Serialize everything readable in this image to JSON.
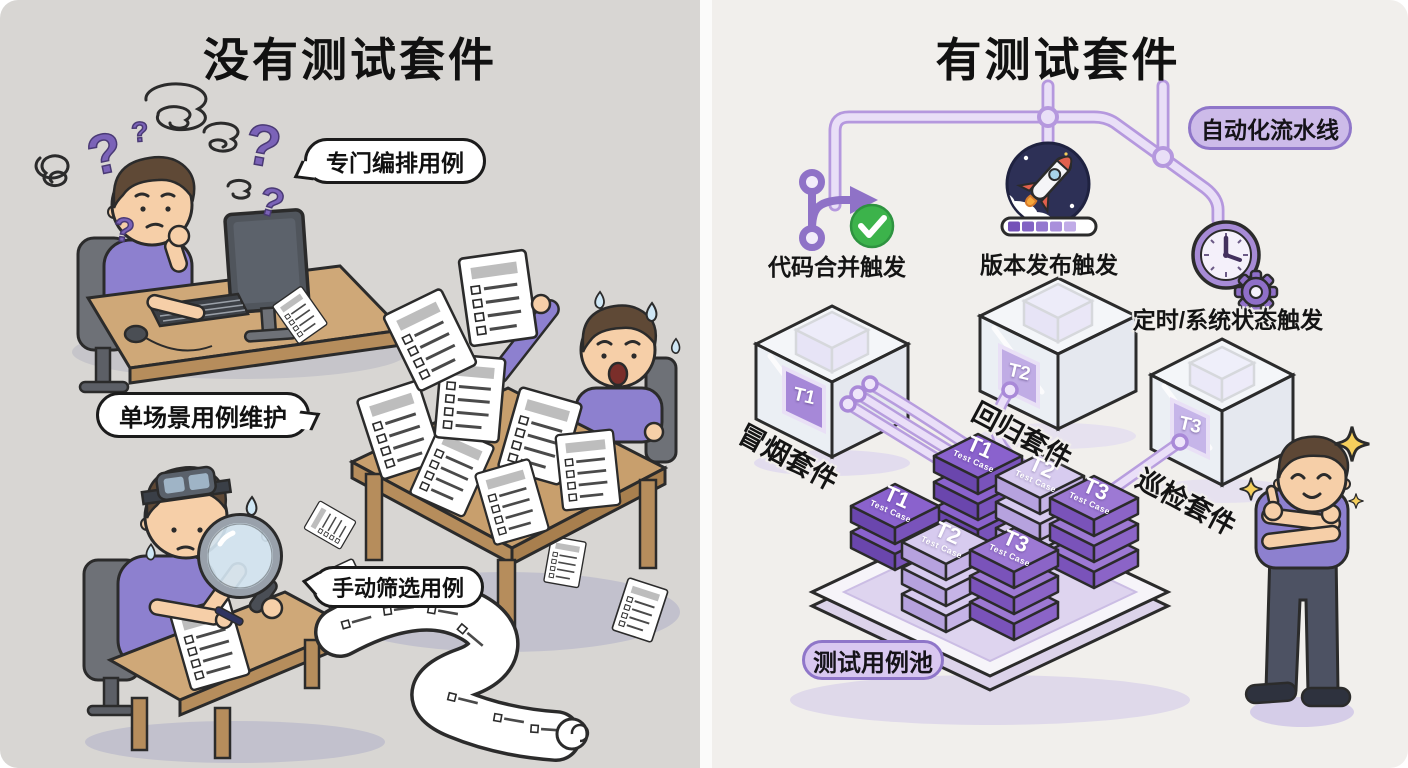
{
  "left_panel": {
    "title": "没有测试套件",
    "speech_bubbles": [
      {
        "text": "专门编排用例"
      },
      {
        "text": "单场景用例维护"
      },
      {
        "text": "手动筛选用例"
      }
    ]
  },
  "right_panel": {
    "title": "有测试套件",
    "pipeline_badge": {
      "label": "自动化流水线"
    },
    "triggers": [
      {
        "label": "代码合并触发",
        "icon": "git-merge-check-icon"
      },
      {
        "label": "版本发布触发",
        "icon": "rocket-release-icon"
      },
      {
        "label": "定时/系统状态触发",
        "icon": "clock-gear-icon"
      }
    ],
    "suites": [
      {
        "id": "T1",
        "label": "冒烟套件"
      },
      {
        "id": "T2",
        "label": "回归套件"
      },
      {
        "id": "T3",
        "label": "巡检套件"
      }
    ],
    "pool": {
      "label": "测试用例池",
      "block_caption": "Test Case"
    }
  },
  "colors": {
    "left_background": "#d8d6d3",
    "right_background": "#f1efec",
    "accent_purple": "#8f76c9",
    "pipeline_line": "#cdb8ea",
    "badge_fill": "#cdbbe9",
    "success_green": "#3cb34b",
    "t1_block": "#7e57c2",
    "t2_block": "#cabbe8",
    "t3_block": "#8f6cc9",
    "shirt_purple": "#8d80cf"
  }
}
